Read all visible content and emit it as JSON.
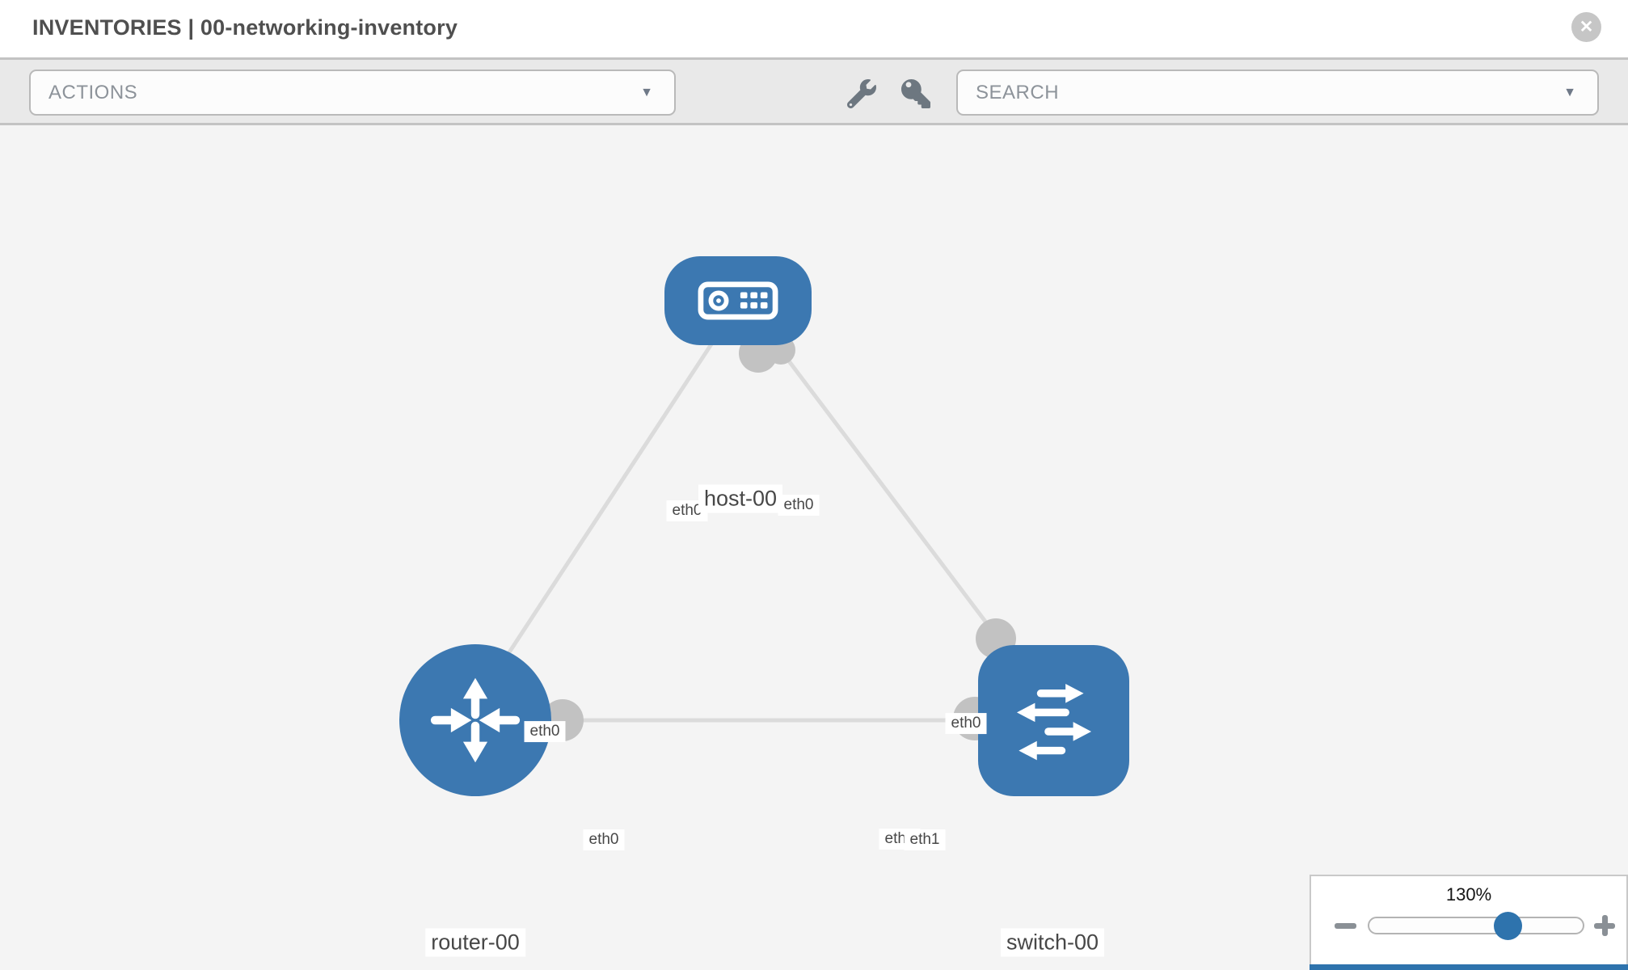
{
  "header": {
    "title": "INVENTORIES | 00-networking-inventory",
    "close_glyph": "✕"
  },
  "toolbar": {
    "actions": {
      "label": "ACTIONS",
      "caret": "▼"
    },
    "tools": [
      {
        "icon": "wrench-icon"
      },
      {
        "icon": "key-icon"
      }
    ],
    "search": {
      "label": "SEARCH",
      "caret": "▼"
    }
  },
  "topology": {
    "nodes": [
      {
        "id": "host-00",
        "label": "host-00",
        "type": "host",
        "icon": "server-icon"
      },
      {
        "id": "router-00",
        "label": "router-00",
        "type": "router",
        "icon": "router-arrows-icon"
      },
      {
        "id": "switch-00",
        "label": "switch-00",
        "type": "switch",
        "icon": "switch-arrows-icon"
      }
    ],
    "links": [
      {
        "from": "host-00",
        "from_interface": "eth0",
        "to": "router-00",
        "to_interface": "eth0"
      },
      {
        "from": "host-00",
        "from_interface": "eth0",
        "to": "switch-00",
        "to_interface": "eth0"
      },
      {
        "from": "router-00",
        "from_interface": "eth0",
        "to": "switch-00",
        "to_interface": "eth1",
        "to_interface_overlap": "eth0"
      }
    ]
  },
  "zoom_panel": {
    "level": "130%",
    "minus_label": "−",
    "plus_label": "+"
  },
  "colors": {
    "node_blue": "#3c78b1",
    "slider_knob_blue": "#2e73ad",
    "link_gray": "#dbdbdb",
    "connector_gray": "#c2c2c2",
    "canvas_bg": "#f4f4f4",
    "toolbar_bg": "#e9e9e9"
  }
}
